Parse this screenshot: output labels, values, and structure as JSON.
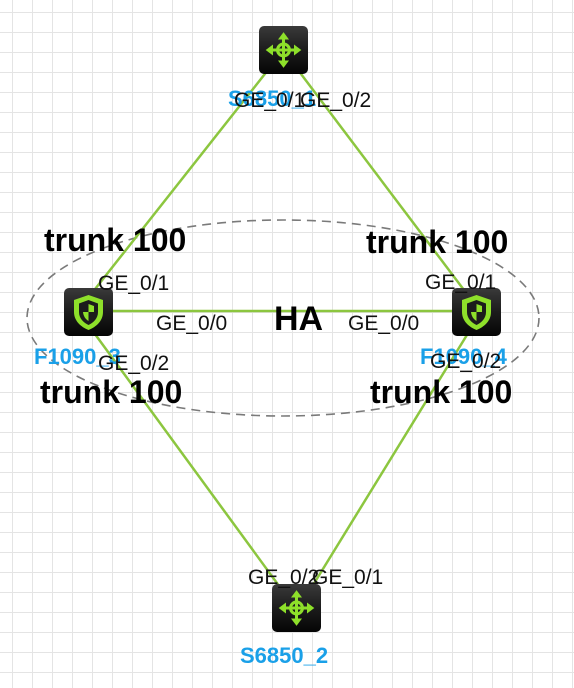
{
  "devices": {
    "top_switch": {
      "name": "S6850_1",
      "icon": "switch-icon"
    },
    "bottom_switch": {
      "name": "S6850_2",
      "icon": "switch-icon"
    },
    "left_firewall": {
      "name": "F1090_3",
      "icon": "firewall-shield-icon"
    },
    "right_firewall": {
      "name": "F1090_4",
      "icon": "firewall-shield-icon"
    }
  },
  "ports": {
    "top_left": "GE_0/1",
    "top_right": "GE_0/2",
    "left_up": "GE_0/1",
    "left_ha": "GE_0/0",
    "left_down": "GE_0/2",
    "right_up": "GE_0/1",
    "right_ha": "GE_0/0",
    "right_down": "GE_0/2",
    "bottom_left": "GE_0/2",
    "bottom_right": "GE_0/1"
  },
  "trunks": {
    "upper_left": "trunk 100",
    "upper_right": "trunk 100",
    "lower_left": "trunk 100",
    "lower_right": "trunk 100"
  },
  "ha": {
    "label": "HA"
  },
  "colors": {
    "link": "#8cc63f",
    "device_name": "#1aa0e8",
    "icon_body": "#1c1c1c",
    "icon_glyph": "#8ee02a"
  }
}
